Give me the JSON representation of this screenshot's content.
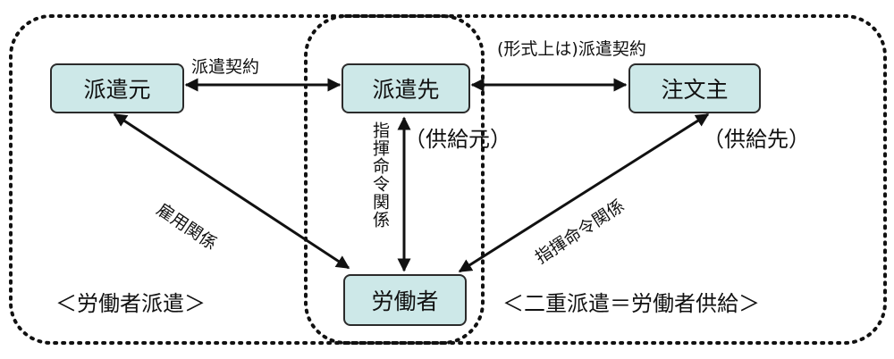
{
  "nodes": {
    "haken_moto": "派遣元",
    "haken_saki": "派遣先",
    "chumon_nushi": "注文主",
    "rodosha": "労働者"
  },
  "labels": {
    "contract_left": "派遣契約",
    "contract_right": "(形式上は)派遣契約",
    "supply_source": "（供給元）",
    "supply_dest": "（供給先）",
    "employment": "雇用関係",
    "command_vertical": "指揮命令関係",
    "command_right": "指揮命令関係",
    "region_left": "＜労働者派遣＞",
    "region_right": "＜二重派遣＝労働者供給＞"
  },
  "colors": {
    "node_fill": "#cde8e8",
    "node_border": "#2b2b2b",
    "arrow": "#111111",
    "dotted_border": "#111111"
  }
}
